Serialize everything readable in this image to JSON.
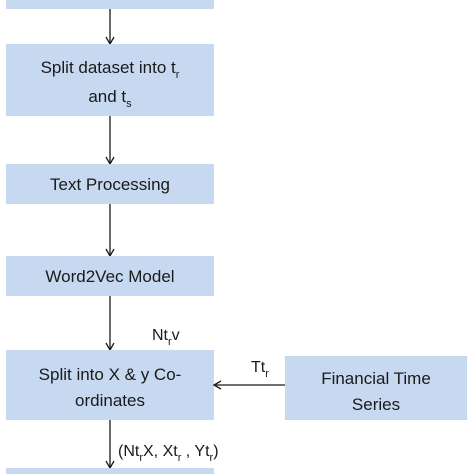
{
  "colors": {
    "box_fill": "#c6d9f1",
    "text": "#1a1a1a",
    "arrow": "#1a1a1a"
  },
  "nodes": {
    "split_dataset": {
      "line1": "Split dataset into t",
      "line1_sub": "r",
      "line2": "and t",
      "line2_sub": "s"
    },
    "text_processing": {
      "label": "Text Processing"
    },
    "word2vec": {
      "label": "Word2Vec Model"
    },
    "split_xy": {
      "line1": "Split into X & y Co-",
      "line2": "ordinates"
    },
    "financial_ts": {
      "line1": "Financial Time",
      "line2": "Series"
    }
  },
  "edge_labels": {
    "word2vec_to_split": {
      "pre": "Nt",
      "sub": "r",
      "post": "v"
    },
    "financial_to_split": {
      "pre": "Tt",
      "sub": "r"
    },
    "split_to_next": {
      "p1": "(Nt",
      "s1": "r",
      "p2": "X, Xt",
      "s2": "r",
      "p3": " , Yt",
      "s3": "r",
      "p4": ")"
    }
  }
}
